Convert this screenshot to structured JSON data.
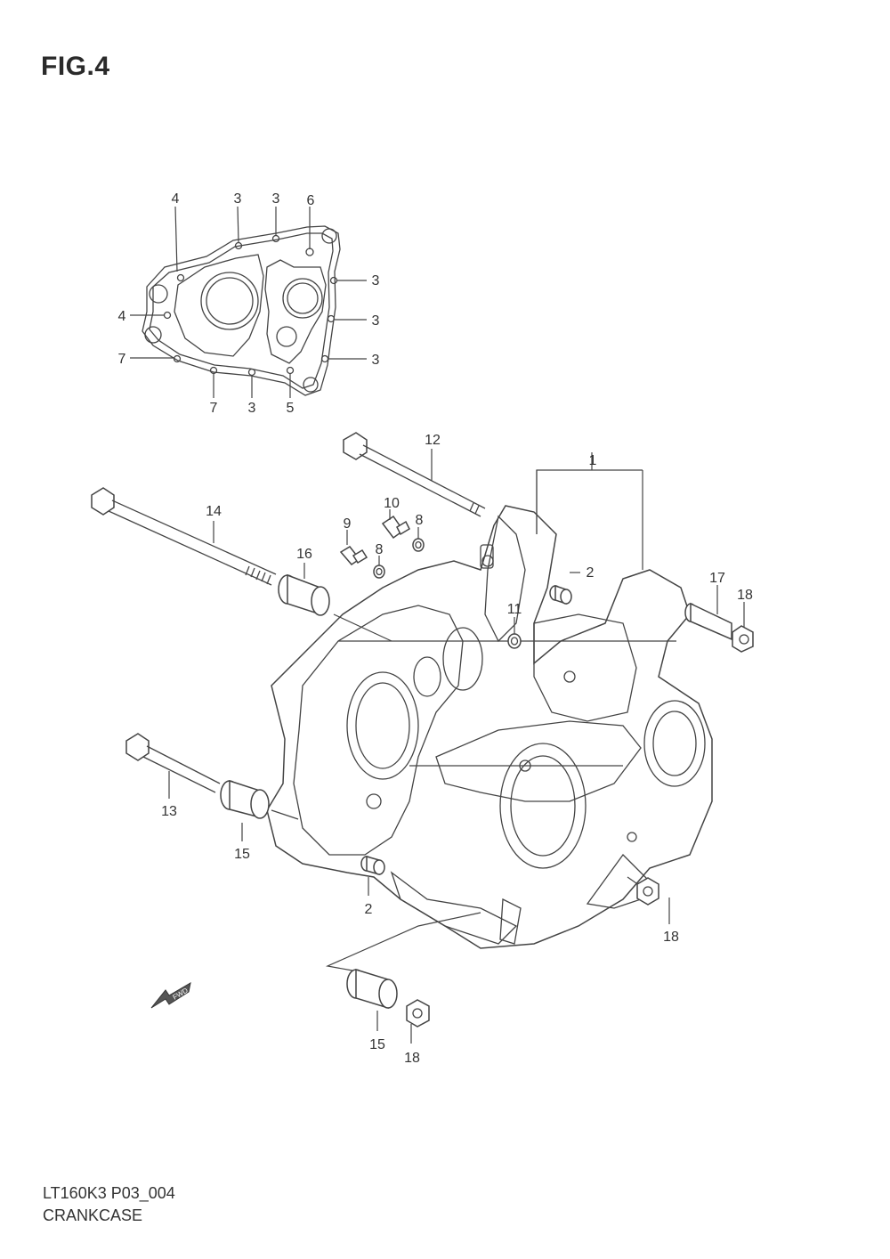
{
  "figure": {
    "title": "FIG.4"
  },
  "footer": {
    "code": "LT160K3 P03_004",
    "name": "CRANKCASE"
  },
  "fwd_label": "FWD",
  "callouts": {
    "c4a": "4",
    "c3a": "3",
    "c3b": "3",
    "c6": "6",
    "c3c": "3",
    "c4b": "4",
    "c3d": "3",
    "c7a": "7",
    "c3e": "3",
    "c7b": "7",
    "c3f": "3",
    "c5": "5",
    "c12": "12",
    "c1": "1",
    "c14": "14",
    "c10": "10",
    "c9": "9",
    "c8a": "8",
    "c8b": "8",
    "c16": "16",
    "c2a": "2",
    "c17": "17",
    "c18a": "18",
    "c11": "11",
    "c13": "13",
    "c15a": "15",
    "c2b": "2",
    "c18b": "18",
    "c15b": "15",
    "c18c": "18"
  }
}
